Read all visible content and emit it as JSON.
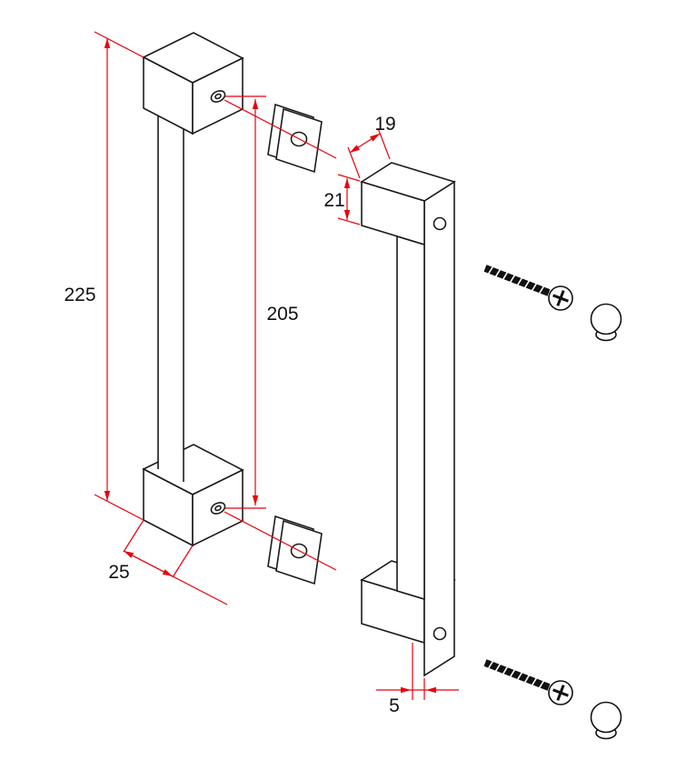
{
  "drawing": {
    "type": "technical-dimension-drawing",
    "subject": "door pull handle shown in two isometric views with gaskets, fixing screws and cover caps",
    "dimensions": {
      "overall_length": "225",
      "hole_centres": "205",
      "post_section": "25",
      "bar_width": "19",
      "bar_depth": "21",
      "end_offset": "5"
    },
    "colors": {
      "outline": "#1a1a1a",
      "dimension": "#e8000d",
      "background": "#ffffff"
    },
    "parts": [
      "handle-front-view",
      "handle-side-view",
      "gasket-plate",
      "fixing-screw",
      "cover-cap"
    ]
  }
}
